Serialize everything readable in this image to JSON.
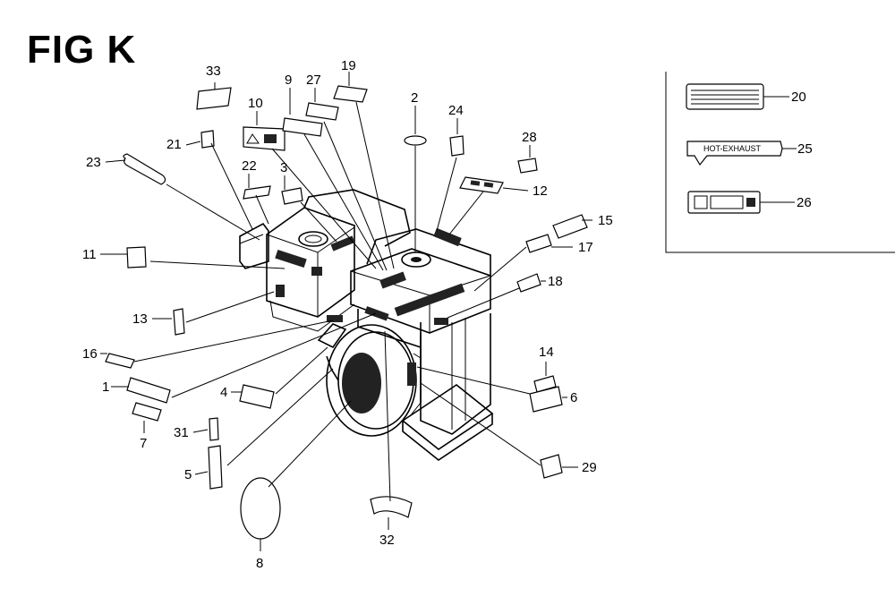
{
  "figure": {
    "title": "FIG K",
    "callouts": [
      "1",
      "2",
      "3",
      "4",
      "5",
      "6",
      "7",
      "8",
      "9",
      "10",
      "11",
      "12",
      "13",
      "14",
      "15",
      "16",
      "17",
      "18",
      "19",
      "20",
      "21",
      "22",
      "23",
      "24",
      "25",
      "26",
      "27",
      "28",
      "29",
      "31",
      "32",
      "33"
    ],
    "inset_texts": {
      "label_25": "HOT-EXHAUST"
    }
  }
}
